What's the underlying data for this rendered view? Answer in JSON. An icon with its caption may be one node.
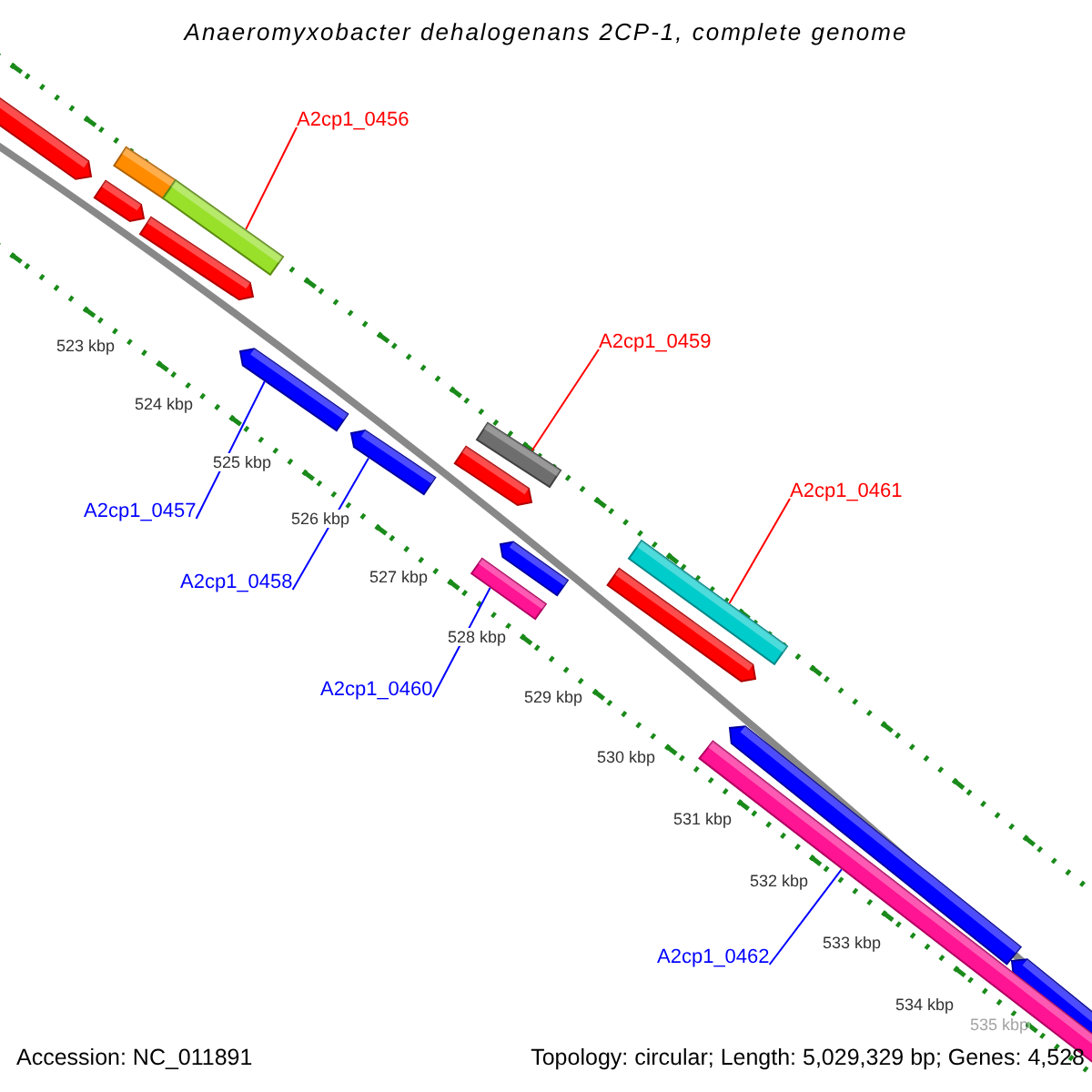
{
  "diagram": {
    "title": "Anaeromyxobacter dehalogenans 2CP-1, complete genome",
    "nodes": [
      {
        "text": [
          "A2cp1_0456"
        ]
      },
      {
        "text": [],
        "shape": "bar"
      },
      {
        "text": [
          "A2cp1_0459"
        ]
      },
      {
        "text": [],
        "shape": "bar"
      },
      {
        "text": [
          "A2cp1_0461"
        ]
      },
      {
        "text": [],
        "shape": "bar"
      },
      {
        "text": [
          "A2cp1_0457"
        ]
      },
      {
        "text": [],
        "shape": "bar"
      },
      {
        "text": [
          "A2cp1_0458"
        ]
      },
      {
        "text": [],
        "shape": "bar"
      },
      {
        "text": [
          "A2cp1_0460"
        ]
      },
      {
        "text": [],
        "shape": "bar"
      },
      {
        "text": [
          "A2cp1_0462"
        ]
      },
      {
        "text": [],
        "shape": "bar"
      }
    ],
    "edges": [
      {
        "from": 0,
        "to": 1,
        "arrow": "none",
        "color": "#ff0000"
      },
      {
        "from": 2,
        "to": 3,
        "arrow": "none",
        "color": "#ff0000"
      },
      {
        "from": 4,
        "to": 5,
        "arrow": "none",
        "color": "#ff0000"
      },
      {
        "from": 6,
        "to": 7,
        "arrow": "none"
      },
      {
        "from": 8,
        "to": 9,
        "arrow": "none"
      },
      {
        "from": 10,
        "to": 11,
        "arrow": "none"
      },
      {
        "from": 12,
        "to": 13,
        "arrow": "none"
      }
    ],
    "labels": [
      "523 kbp",
      "524 kbp",
      "525 kbp",
      "526 kbp",
      "527 kbp",
      "528 kbp",
      "529 kbp",
      "530 kbp",
      "531 kbp",
      "532 kbp",
      "533 kbp",
      "534 kbp",
      "535 kbp",
      "Accession: NC_011891",
      "Topology: circular; Length: 5,029,329 bp; Genes: 4,528"
    ]
  }
}
